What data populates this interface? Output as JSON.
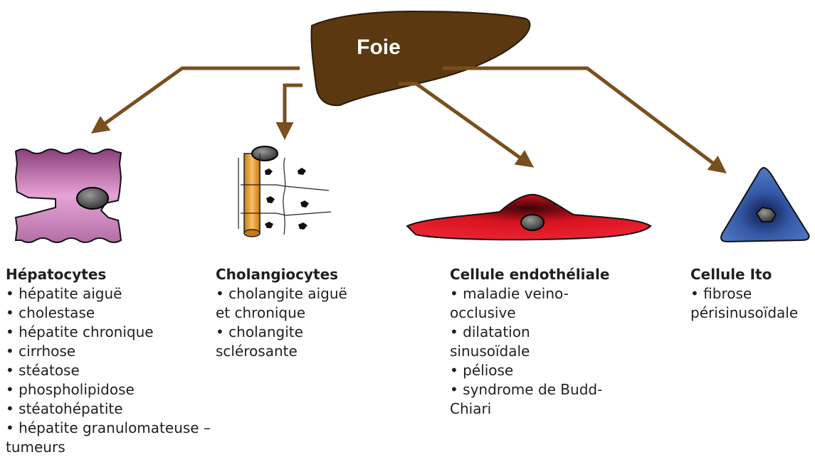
{
  "center": {
    "label": "Foie"
  },
  "colors": {
    "liver": "#5b3810",
    "arrow": "#7a4f1e",
    "hepatocyte": "#e6a3d6",
    "cholangiocyte": "#f2a33a",
    "endothelial": "#e0192b",
    "ito": "#3f66b3"
  },
  "cells": [
    {
      "title": "Hépatocytes",
      "lines": [
        "• hépatite aiguë",
        "• cholestase",
        "• hépatite chronique",
        "• cirrhose",
        "• stéatose",
        "• phospholipidose",
        "• stéatohépatite",
        "• hépatite granulomateuse –",
        "tumeurs"
      ]
    },
    {
      "title": "Cholangiocytes",
      "lines": [
        "• cholangite aiguë",
        "et chronique",
        "• cholangite",
        "sclérosante"
      ]
    },
    {
      "title": "Cellule endothéliale",
      "lines": [
        "• maladie veino-",
        "occlusive",
        "• dilatation",
        "sinusoïdale",
        "• péliose",
        "• syndrome de Budd-",
        "Chiari"
      ]
    },
    {
      "title": "Cellule Ito",
      "lines": [
        "• fibrose",
        "périsinusoïdale"
      ]
    }
  ]
}
